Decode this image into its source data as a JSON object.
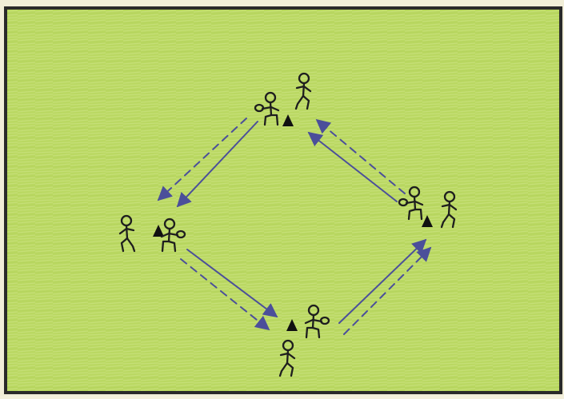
{
  "diagram": {
    "type": "drill-diagram",
    "colors": {
      "field": "#b6d65a",
      "field_light": "#cfe58a",
      "frame": "#2a2a2a",
      "player": "#1e1e1e",
      "pass_arrow": "#4b4f9a",
      "cone": "#111111"
    },
    "stations": [
      {
        "id": "top",
        "players": [
          "bowler",
          "runner"
        ],
        "cone": true
      },
      {
        "id": "right",
        "players": [
          "bowler",
          "runner"
        ],
        "cone": true
      },
      {
        "id": "bottom",
        "players": [
          "bowler",
          "runner"
        ],
        "cone": true
      },
      {
        "id": "left",
        "players": [
          "runner",
          "bowler"
        ],
        "cone": true
      }
    ],
    "paths": [
      {
        "from": "top",
        "to": "left",
        "style": "solid"
      },
      {
        "from": "top",
        "to": "left",
        "style": "dashed"
      },
      {
        "from": "left",
        "to": "bottom",
        "style": "solid"
      },
      {
        "from": "left",
        "to": "bottom",
        "style": "dashed"
      },
      {
        "from": "bottom",
        "to": "right",
        "style": "solid"
      },
      {
        "from": "bottom",
        "to": "right",
        "style": "dashed"
      },
      {
        "from": "right",
        "to": "top",
        "style": "solid"
      },
      {
        "from": "right",
        "to": "top",
        "style": "dashed"
      }
    ],
    "icons": [
      "stick-figure-icon",
      "cone-icon",
      "arrow-icon"
    ]
  }
}
